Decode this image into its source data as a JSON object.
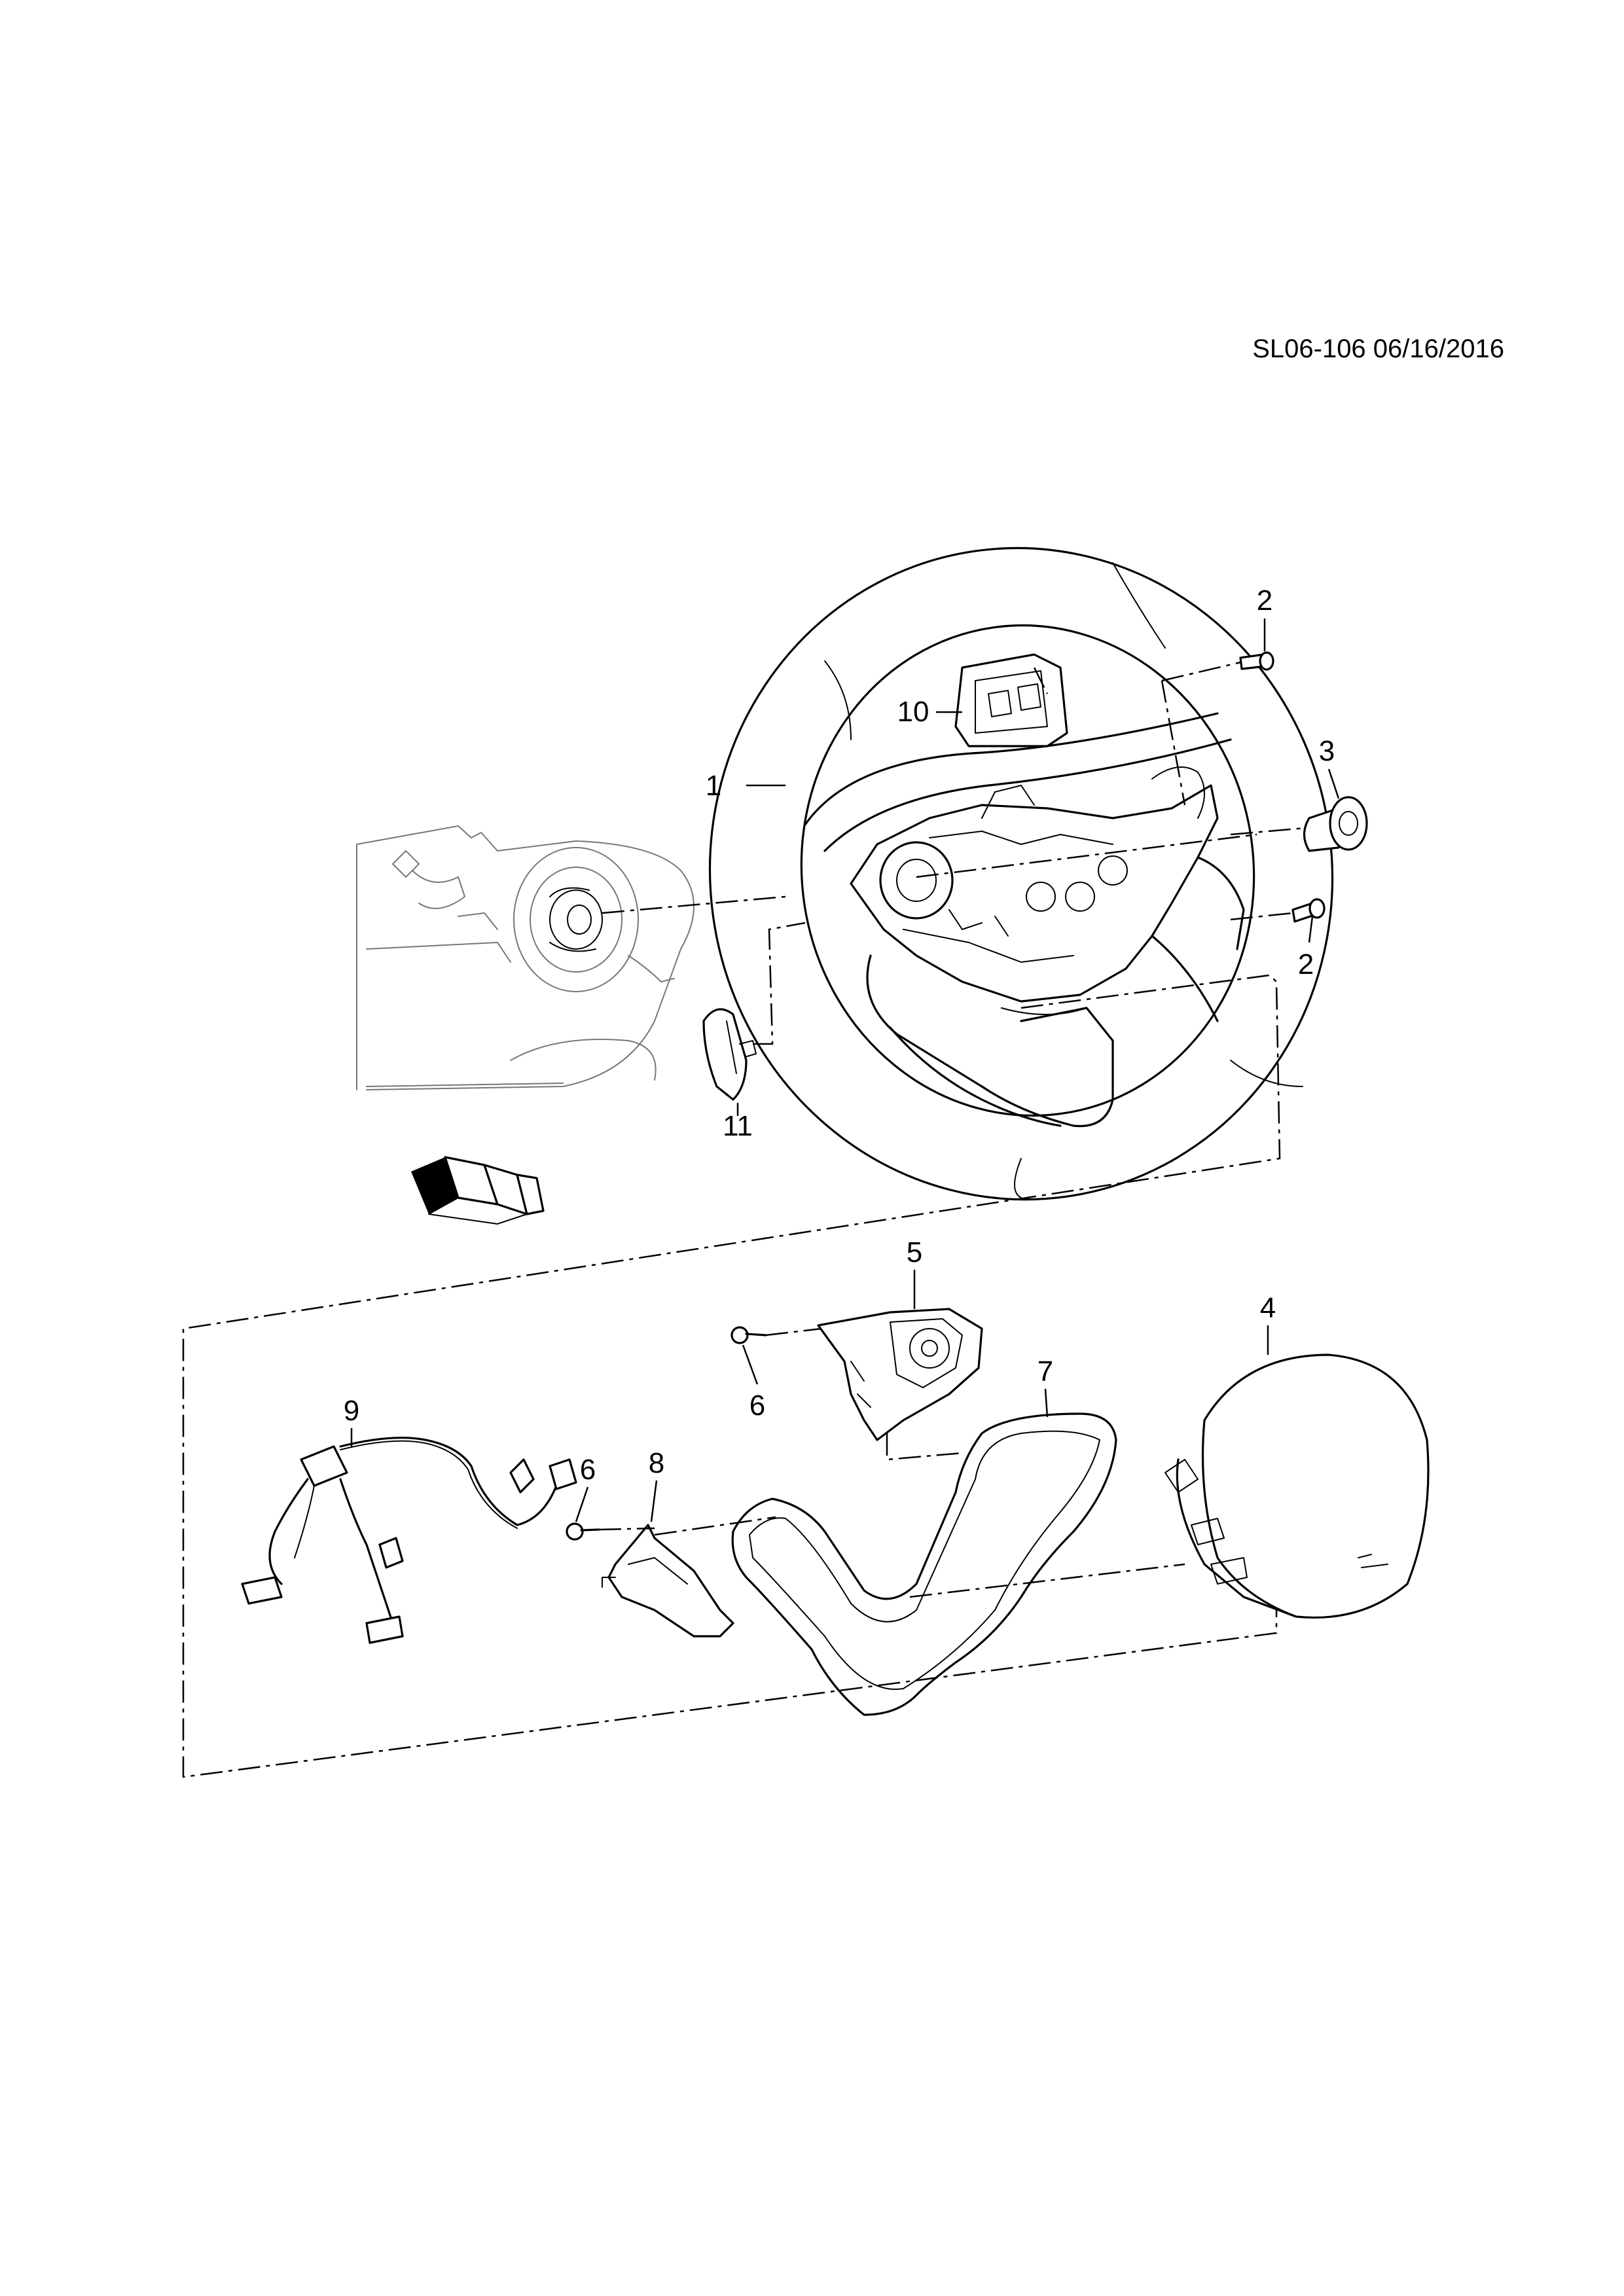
{
  "reference": "SL06-106 06/16/2016",
  "callouts": {
    "steering_wheel": "1",
    "bolt_upper": "2",
    "bolt_lower": "2",
    "nut": "3",
    "airbag_module": "4",
    "control_switch": "5",
    "screw_switch": "6",
    "screw_bezel": "6",
    "trim_bezel": "7",
    "cover_left": "8",
    "wiring_harness": "9",
    "upper_cover": "10",
    "paddle": "11"
  }
}
